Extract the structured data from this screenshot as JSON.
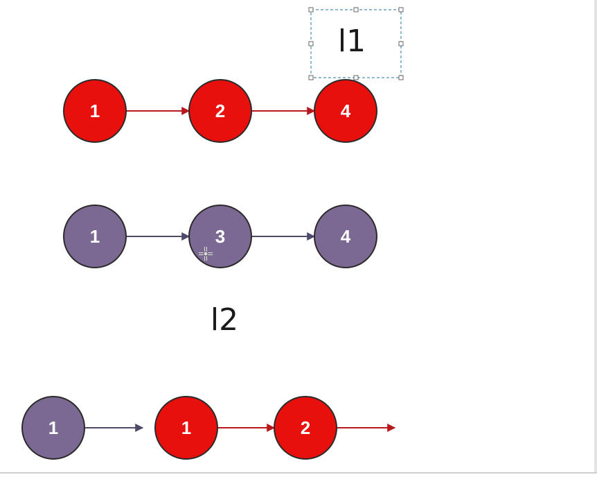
{
  "colors": {
    "red_fill": "#e8100c",
    "red_arrow": "#b8181c",
    "purple_fill": "#7b6893",
    "purple_arrow": "#4d4a6a",
    "node_stroke": "#2a2a2a",
    "node_text": "#ffffff",
    "selection_dash": "#4a8fb5"
  },
  "labels": {
    "l1": "l1",
    "l2": "l2"
  },
  "rows": [
    {
      "name": "list-l1",
      "nodes": [
        {
          "text": "1",
          "color": "red"
        },
        {
          "text": "2",
          "color": "red"
        },
        {
          "text": "4",
          "color": "red"
        }
      ]
    },
    {
      "name": "list-l2",
      "nodes": [
        {
          "text": "1",
          "color": "purple"
        },
        {
          "text": "3",
          "color": "purple"
        },
        {
          "text": "4",
          "color": "purple"
        }
      ]
    },
    {
      "name": "merged-list",
      "nodes": [
        {
          "text": "1",
          "color": "purple"
        },
        {
          "text": "1",
          "color": "red"
        },
        {
          "text": "2",
          "color": "red"
        }
      ]
    }
  ]
}
